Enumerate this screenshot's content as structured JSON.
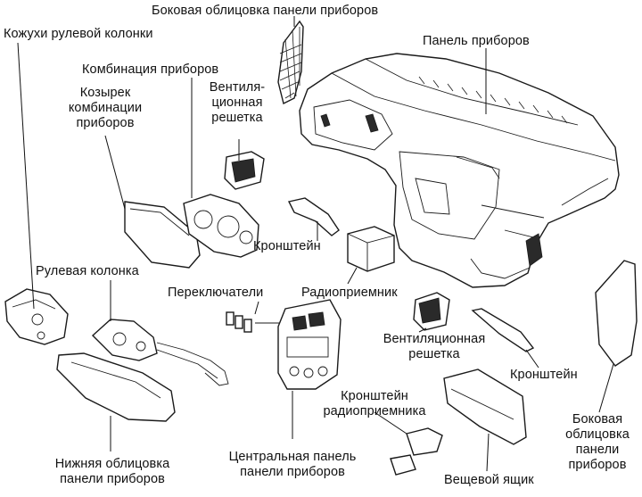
{
  "labels": {
    "side_trim_top": "Боковая облицовка панели приборов",
    "steering_column_shrouds": "Кожухи рулевой колонки",
    "instrument_panel": "Панель приборов",
    "instrument_cluster": "Комбинация приборов",
    "cluster_visor": "Козырек\nкомбинации\nприборов",
    "vent_grille_top": "Вентиля-\nционная\nрешетка",
    "bracket_mid": "Кронштейн",
    "steering_column": "Рулевая колонка",
    "switches": "Переключатели",
    "radio": "Радиоприемник",
    "vent_grille_right": "Вентиляционная\nрешетка",
    "bracket_right": "Кронштейн",
    "radio_bracket": "Кронштейн\nрадиоприемника",
    "side_trim_right": "Боковая\nоблицовка\nпанели\nприборов",
    "lower_trim": "Нижняя облицовка\nпанели приборов",
    "center_panel": "Центральная панель\nпанели приборов",
    "glove_box": "Вещевой ящик"
  }
}
